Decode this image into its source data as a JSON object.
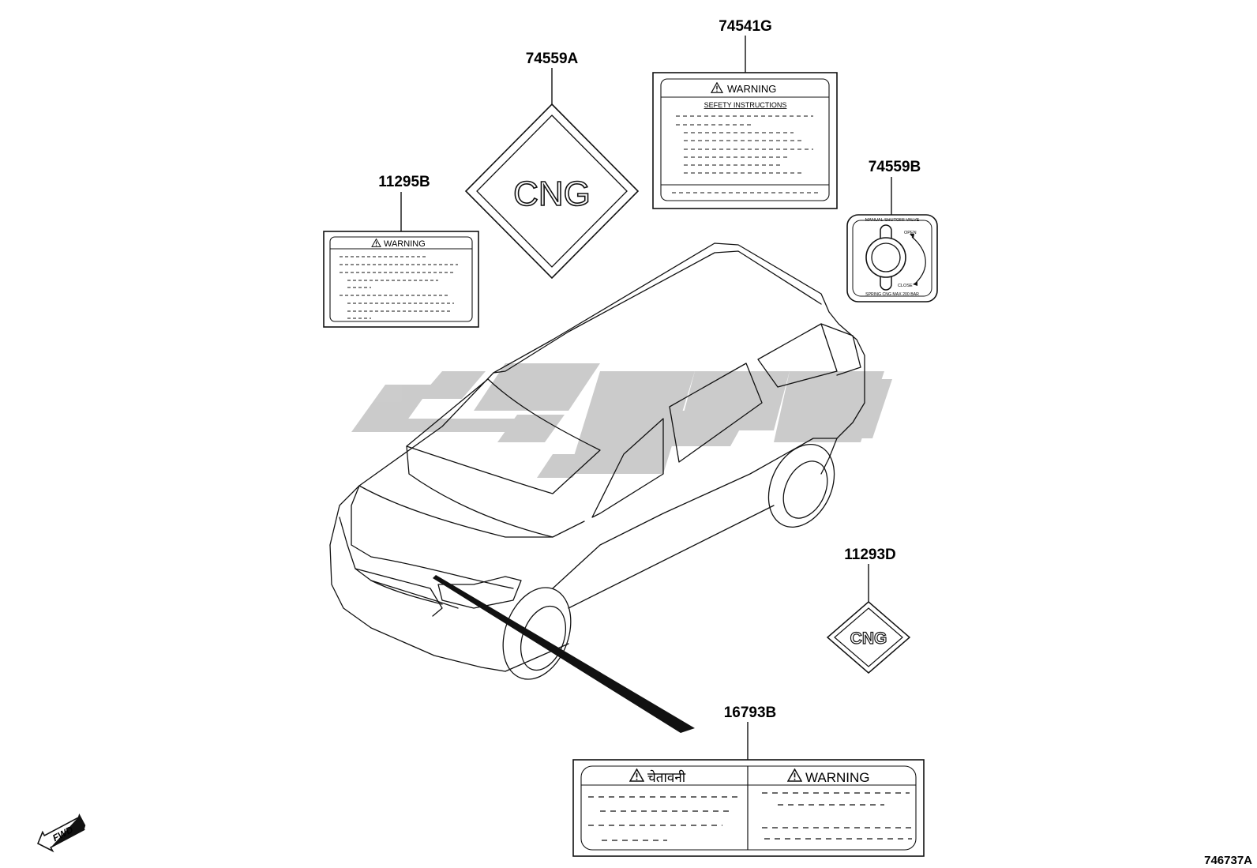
{
  "diagram_id": "746737A",
  "watermark_text": "Carvan watermark",
  "colors": {
    "line": "#111111",
    "watermark": "#c9c9c9",
    "background": "#ffffff"
  },
  "parts": [
    {
      "id": "74559A",
      "kind": "diamond-decal",
      "text": "CNG"
    },
    {
      "id": "74541G",
      "kind": "rect-warning-label",
      "heading": "WARNING",
      "subheading": "SEFETY INSTRUCTIONS"
    },
    {
      "id": "11295B",
      "kind": "rect-warning-label",
      "heading": "WARNING"
    },
    {
      "id": "74559B",
      "kind": "valve-label",
      "top_text": "MANUAL  SHUTOFF  VALVE",
      "open_text": "OPEN",
      "close_text": "CLOSE",
      "bottom_text": "SPRING CNG MAX 200 BAR"
    },
    {
      "id": "11293D",
      "kind": "diamond-decal",
      "text": "CNG"
    },
    {
      "id": "16793B",
      "kind": "dual-warning-label",
      "left_heading": "चेतावनी",
      "right_heading": "WARNING"
    }
  ],
  "fwd_label": "FWD"
}
